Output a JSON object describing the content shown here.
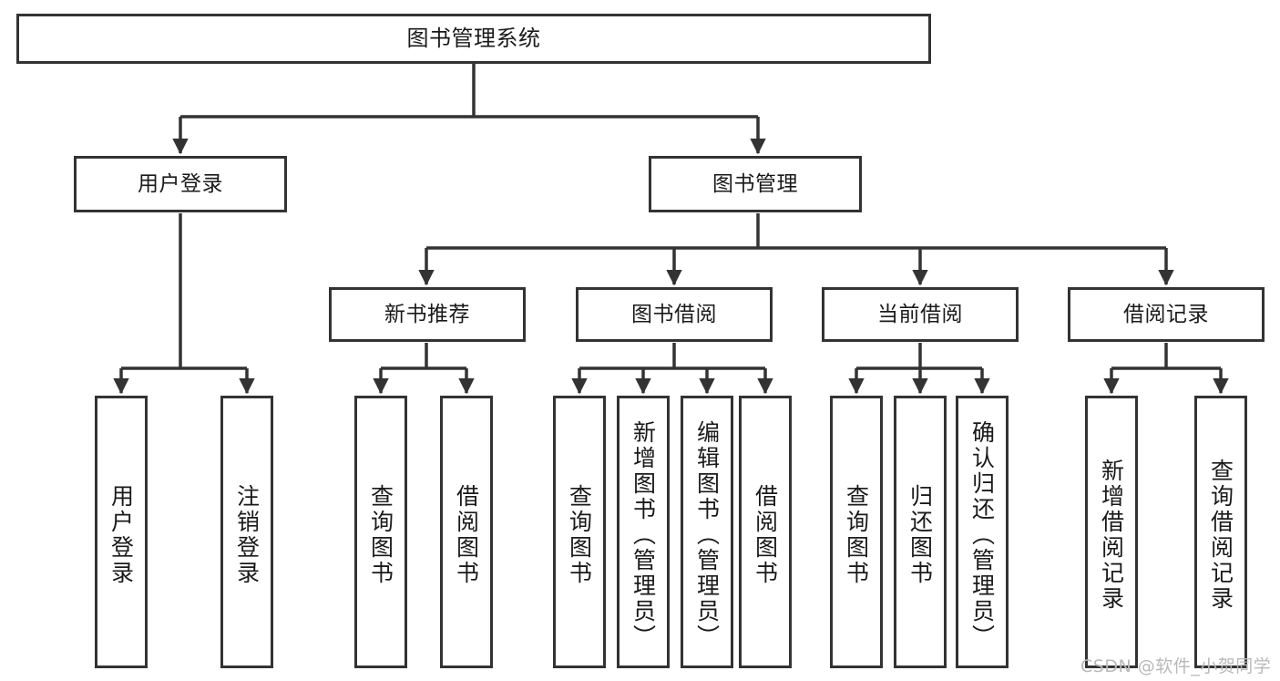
{
  "diagram": {
    "title": "图书管理系统",
    "type": "hierarchy-tree",
    "watermark": "CSDN @软件_小贺同学",
    "colors": {
      "box_border": "#333333",
      "box_fill": "#ffffff",
      "connector": "#333333",
      "text": "#1a1a1a",
      "watermark": "#b9b9b9"
    },
    "levels": {
      "level1": [
        "图书管理系统"
      ],
      "level2": [
        "用户登录",
        "图书管理"
      ],
      "level3": [
        "新书推荐",
        "图书借阅",
        "当前借阅",
        "借阅记录"
      ],
      "level4": [
        "用户登录",
        "注销登录",
        "查询图书",
        "借阅图书",
        "查询图书",
        "新增图书（管理员）",
        "编辑图书（管理员）",
        "借阅图书",
        "查询图书",
        "归还图书",
        "确认归还（管理员）",
        "新增借阅记录",
        "查询借阅记录"
      ]
    },
    "nodes": {
      "root": {
        "label": "图书管理系统"
      },
      "user_login": {
        "label": "用户登录"
      },
      "book_manage": {
        "label": "图书管理"
      },
      "new_book_rec": {
        "label": "新书推荐"
      },
      "book_borrow": {
        "label": "图书借阅"
      },
      "current_borrow": {
        "label": "当前借阅"
      },
      "borrow_record": {
        "label": "借阅记录"
      },
      "leaf_user_login": {
        "label": "用户登录"
      },
      "leaf_user_logout": {
        "label": "注销登录"
      },
      "leaf_query_book_1": {
        "label": "查询图书"
      },
      "leaf_borrow_book_1": {
        "label": "借阅图书"
      },
      "leaf_query_book_2": {
        "label": "查询图书"
      },
      "leaf_add_book": {
        "label": "新增图书（管理员）"
      },
      "leaf_edit_book": {
        "label": "编辑图书（管理员）"
      },
      "leaf_borrow_book_2": {
        "label": "借阅图书"
      },
      "leaf_query_book_3": {
        "label": "查询图书"
      },
      "leaf_return_book": {
        "label": "归还图书"
      },
      "leaf_confirm_return": {
        "label": "确认归还（管理员）"
      },
      "leaf_add_record": {
        "label": "新增借阅记录"
      },
      "leaf_query_record": {
        "label": "查询借阅记录"
      }
    }
  }
}
